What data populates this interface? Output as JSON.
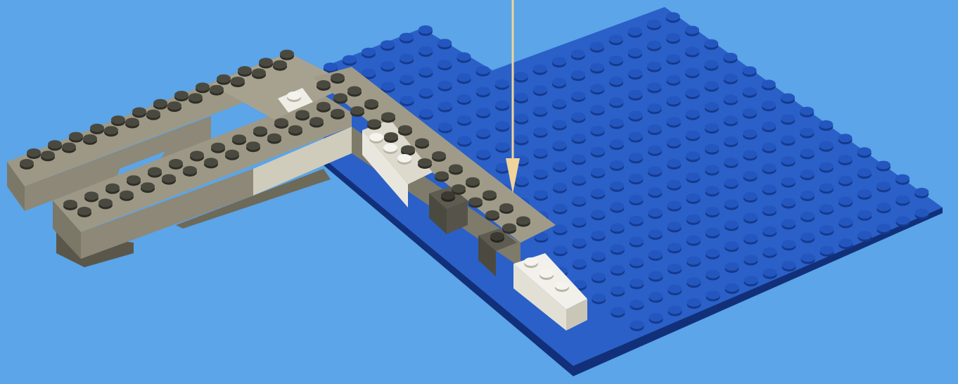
{
  "scene": {
    "description_visible_text": "",
    "colors": {
      "background": "#5ba5e8",
      "baseplate_top": "#2a60c8",
      "baseplate_stud": "#1f4fb0",
      "baseplate_edge": "#12307a",
      "brick_tan": "#9d9886",
      "brick_tan_dark": "#6d6a5a",
      "brick_light": "#d6d3c6",
      "brick_white": "#f1f0ea",
      "brick_darkgray": "#5e5c50",
      "stud_dark": "#3e3d35",
      "arrow": "#f0d49b"
    },
    "objects": [
      {
        "kind": "baseplate",
        "color": "blue"
      },
      {
        "kind": "brick-assembly",
        "color": "tan"
      },
      {
        "kind": "brick-run",
        "color": "white"
      },
      {
        "kind": "brick",
        "color": "dark-gray"
      },
      {
        "kind": "arrow",
        "direction": "down",
        "color": "yellow"
      }
    ]
  }
}
